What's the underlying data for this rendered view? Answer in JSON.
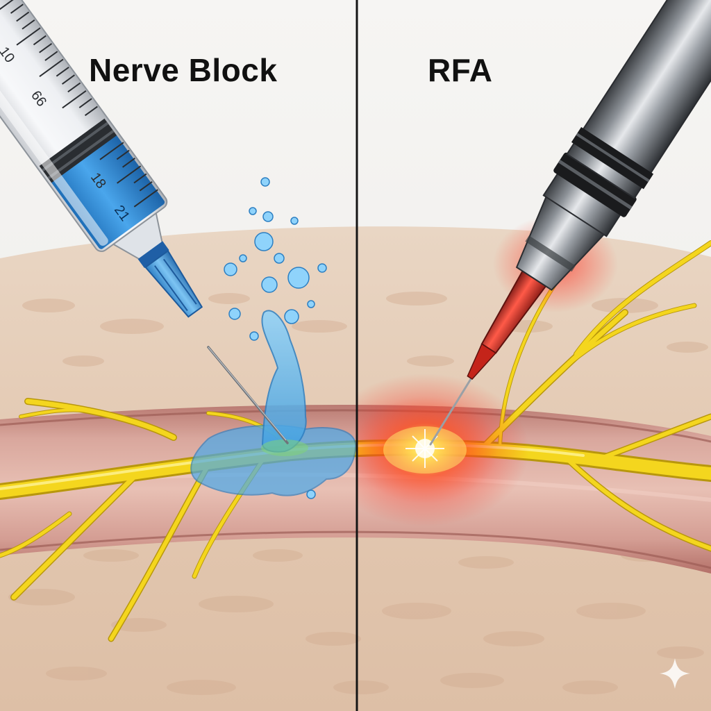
{
  "panels": {
    "left": {
      "title": "Nerve Block"
    },
    "right": {
      "title": "RFA"
    }
  },
  "syringe": {
    "scale_labels": [
      "10",
      "66",
      "18",
      "21"
    ]
  },
  "icons": {
    "corner": "sparkle-icon"
  },
  "colors": {
    "nerve": "#f2d21c",
    "anesthetic_fluid": "#5ab8ec",
    "syringe_fluid": "#2f8fd6",
    "rf_heat": "#ff2a1a",
    "tissue": "#e8cdb6",
    "muscle": "#c98e84"
  }
}
